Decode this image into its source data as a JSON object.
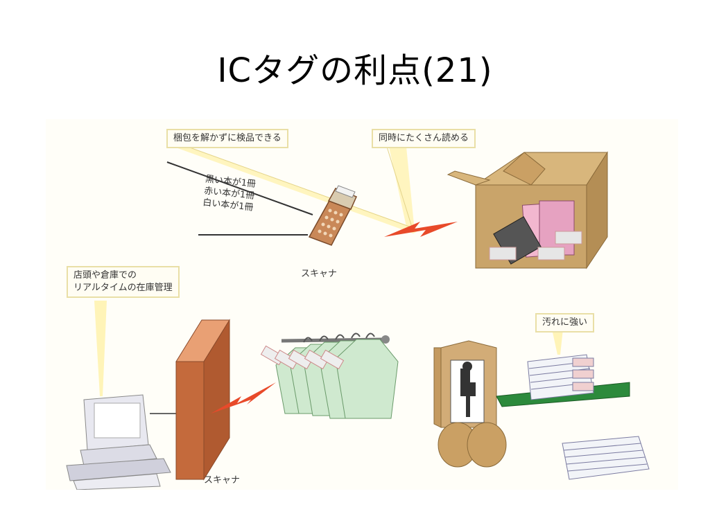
{
  "slide": {
    "title": "ICタグの利点(21)"
  },
  "illustration": {
    "callouts": {
      "no_unpacking": "梱包を解かずに検品できる",
      "bulk_read": "同時にたくさん読める",
      "realtime_line1": "店頭や倉庫での",
      "realtime_line2": "リアルタイムの在庫管理",
      "dirt_resistant": "汚れに強い"
    },
    "scanner_label_top": "スキャナ",
    "scanner_label_bottom": "スキャナ",
    "book_list": [
      "黒い本が1冊",
      "赤い本が1冊",
      "白い本が1冊"
    ]
  }
}
